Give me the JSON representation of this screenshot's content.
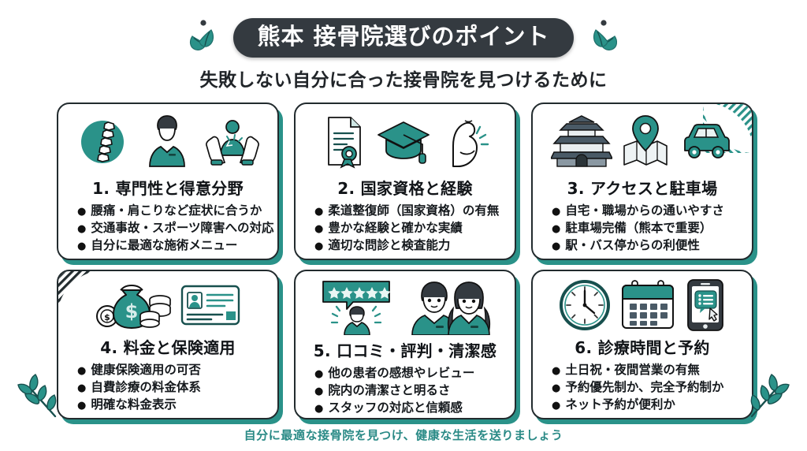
{
  "header": {
    "title": "熊本 接骨院選びのポイント",
    "subtitle": "失敗しない自分に合った接骨院を見つけるために"
  },
  "cards": [
    {
      "number": "1.",
      "title": "1. 専門性と得意分野",
      "icons": [
        "spine-icon",
        "therapist-icon",
        "caring-hands-icon"
      ],
      "bullets": [
        "腰痛・肩こりなど症状に合うか",
        "交通事故・スポーツ障害への対応",
        "自分に最適な施術メニュー"
      ]
    },
    {
      "number": "2.",
      "title": "2. 国家資格と経験",
      "icons": [
        "certificate-icon",
        "graduation-cap-icon",
        "flexed-arm-icon"
      ],
      "bullets": [
        "柔道整復師（国家資格）の有無",
        "豊かな経験と確かな実績",
        "適切な問診と検査能力"
      ]
    },
    {
      "number": "3.",
      "title": "3. アクセスと駐車場",
      "icons": [
        "castle-icon",
        "map-pin-icon",
        "car-icon"
      ],
      "bullets": [
        "自宅・職場からの通いやすさ",
        "駐車場完備（熊本で重要）",
        "駅・バス停からの利便性"
      ]
    },
    {
      "number": "4.",
      "title": "4. 料金と保険適用",
      "icons": [
        "money-bag-icon",
        "coins-icon",
        "insurance-card-icon"
      ],
      "bullets": [
        "健康保険適用の可否",
        "自費診療の料金体系",
        "明確な料金表示"
      ]
    },
    {
      "number": "5.",
      "title": "5. 口コミ・評判・清潔感",
      "icons": [
        "five-star-review-icon",
        "staff-pair-icon"
      ],
      "bullets": [
        "他の患者の感想やレビュー",
        "院内の清潔さと明るさ",
        "スタッフの対応と信頼感"
      ]
    },
    {
      "number": "6.",
      "title": "6. 診療時間と予約",
      "icons": [
        "clock-icon",
        "calendar-icon",
        "smartphone-booking-icon"
      ],
      "bullets": [
        "土日祝・夜間営業の有無",
        "予約優先制か、完全予約制か",
        "ネット予約が便利か"
      ]
    }
  ],
  "footer": {
    "text": "自分に最適な接骨院を見つけ、健康な生活を送りましょう"
  },
  "colors": {
    "teal": "#2a9289",
    "teal_dark": "#1f6f6a",
    "ink": "#222b2e",
    "pill_bg": "#343a40",
    "slate": "#4a5a66"
  }
}
